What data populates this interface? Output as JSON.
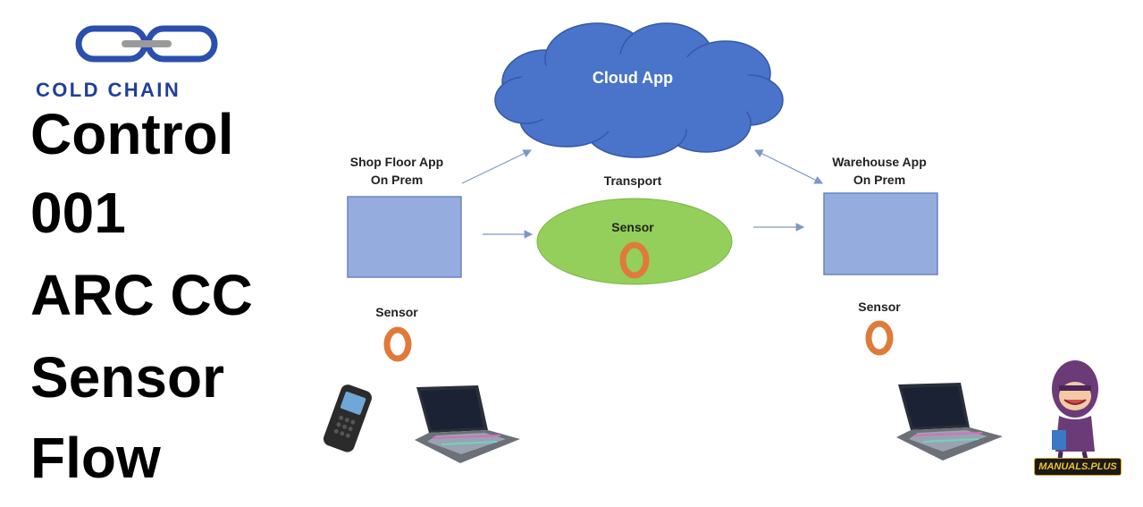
{
  "logo": {
    "text": "COLD CHAIN",
    "icon": "chain-link-icon",
    "color": "#1f3f9a"
  },
  "title_lines": [
    "Control",
    "001",
    "ARC CC",
    "Sensor",
    "Flow"
  ],
  "diagram": {
    "cloud": {
      "label": "Cloud App",
      "color": "#4a74c9"
    },
    "shop_floor": {
      "label_line1": "Shop Floor App",
      "label_line2": "On Prem",
      "color": "#95acdf"
    },
    "warehouse": {
      "label_line1": "Warehouse App",
      "label_line2": "On Prem",
      "color": "#95acdf"
    },
    "transport": {
      "label": "Transport",
      "inner_label": "Sensor",
      "color": "#93cf5a"
    },
    "sensor_left": {
      "label": "Sensor"
    },
    "sensor_right": {
      "label": "Sensor"
    },
    "sensor_ring_color": "#e07a3a"
  },
  "watermark": {
    "text": "MANUALS.PLUS",
    "icon": "ninja-mascot-icon"
  }
}
